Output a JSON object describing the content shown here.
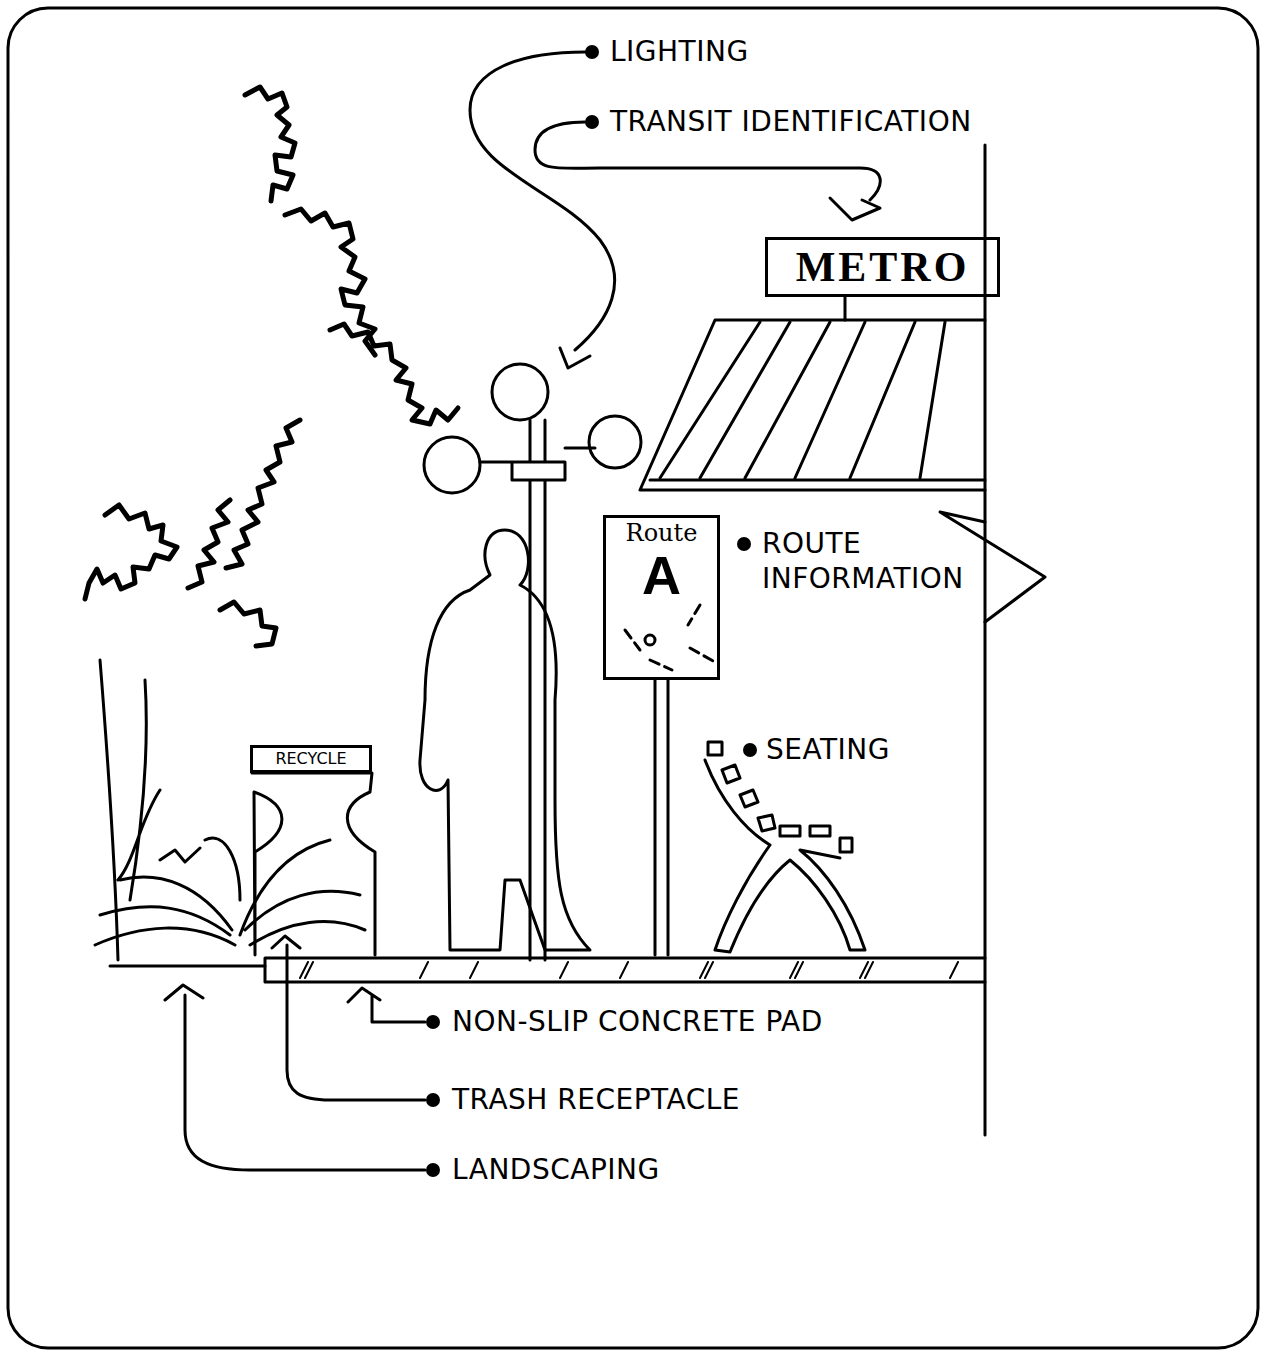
{
  "diagram": {
    "nodes": [
      {
        "text": [
          "METRO"
        ]
      },
      {
        "text": [
          "Route",
          "A"
        ]
      },
      {
        "text": [
          "RECYCLE"
        ]
      }
    ],
    "labels": [
      "LIGHTING",
      "TRANSIT IDENTIFICATION",
      "ROUTE INFORMATION",
      "SEATING",
      "NON-SLIP CONCRETE PAD",
      "TRASH RECEPTACLE",
      "LANDSCAPING"
    ]
  }
}
